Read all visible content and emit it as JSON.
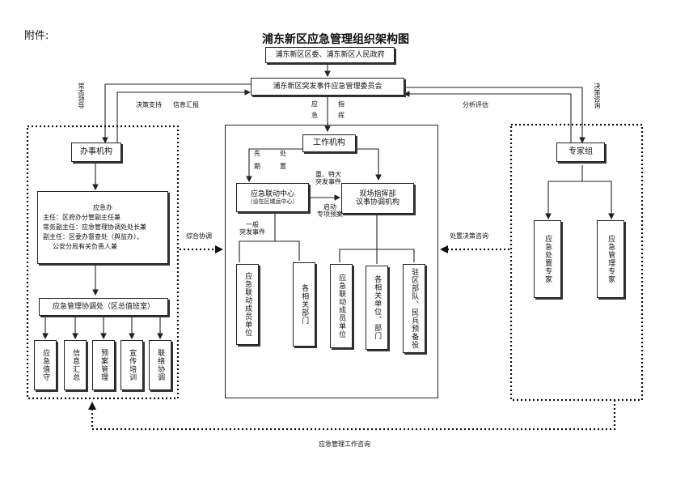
{
  "attachment_label": "附件:",
  "title": "浦东新区应急管理组织架构图",
  "top": {
    "gov": "浦东新区区委、浦东新区人民政府",
    "committee": "浦东新区突发事件应急管理委员会"
  },
  "labels": {
    "routine_lead": "常态领导",
    "decision_support": "决策支持",
    "info_report": "信息汇报",
    "emergency_command_1": "应",
    "emergency_command_2": "急",
    "emergency_command_3": "指",
    "emergency_command_4": "挥",
    "analysis": "分析评估",
    "decision_consult": "决策咨询",
    "first_response_1": "先",
    "first_response_2": "期",
    "first_response_3": "处",
    "first_response_4": "置",
    "major_events": "重、特大\n突发事件",
    "start_plan": "启动\n专项预案",
    "general_events": "一般\n突发事件",
    "coordination": "综合协调",
    "disposal_consult": "处置决策咨询",
    "work_consult": "应急管理工作咨询"
  },
  "office": {
    "name": "办事机构",
    "emergency_office": {
      "title": "应急办",
      "lines": [
        "主任：区府办分管副主任兼",
        "常务副主任：应急管理协调处处长兼",
        "副主任：区委办督查处（舆监办）、",
        "公安分局有关负责人兼"
      ]
    },
    "coord_office": "应急管理协调处（区总值班室）",
    "duties": [
      "应急值守",
      "信息汇总",
      "预案管理",
      "宣传培训",
      "联络协调"
    ]
  },
  "work": {
    "name": "工作机构",
    "linkage_center": "应急联动中心",
    "linkage_center_note": "（设在区城运中心）",
    "field_command": "现场指挥部\n议事协调机构",
    "left_units": [
      "应急联动成员单位",
      "各相关部门"
    ],
    "right_units": [
      "应急联动成员单位",
      "各相关单位、部门",
      "驻区部队、民兵预备役"
    ]
  },
  "experts": {
    "name": "专家组",
    "groups": [
      "应急处置专家",
      "应急管理专家"
    ]
  }
}
